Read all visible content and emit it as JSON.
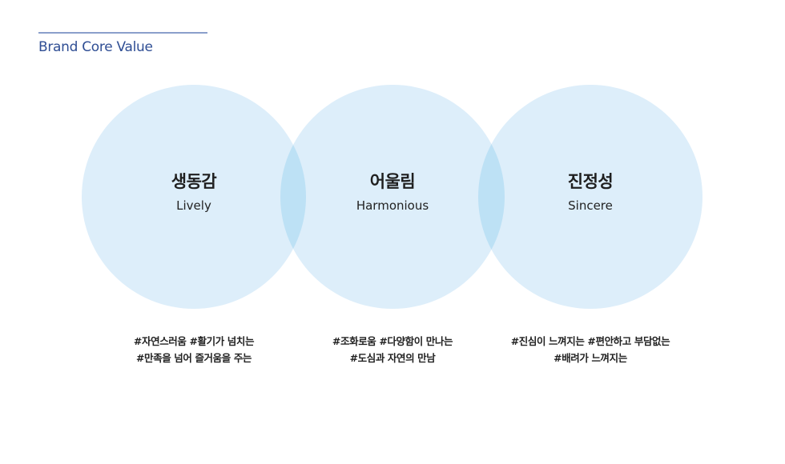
{
  "header": {
    "title": "Brand Core Value",
    "rule_color": "#8a9fcb",
    "title_color": "#2f4e94"
  },
  "colors": {
    "circle_fill": "#ddeefa",
    "overlap_fill": "#bde1f5",
    "text_dark": "#1f1f1f"
  },
  "values": [
    {
      "ko": "생동감",
      "en": "Lively",
      "tags": [
        "#자연스러움 #활기가 넘치는",
        "#만족을 넘어 즐거움을 주는"
      ]
    },
    {
      "ko": "어울림",
      "en": "Harmonious",
      "tags": [
        "#조화로움 #다양함이 만나는",
        "#도심과 자연의 만남"
      ]
    },
    {
      "ko": "진정성",
      "en": "Sincere",
      "tags": [
        "#진심이 느껴지는 #편안하고 부담없는",
        "#배려가 느껴지는"
      ]
    }
  ]
}
